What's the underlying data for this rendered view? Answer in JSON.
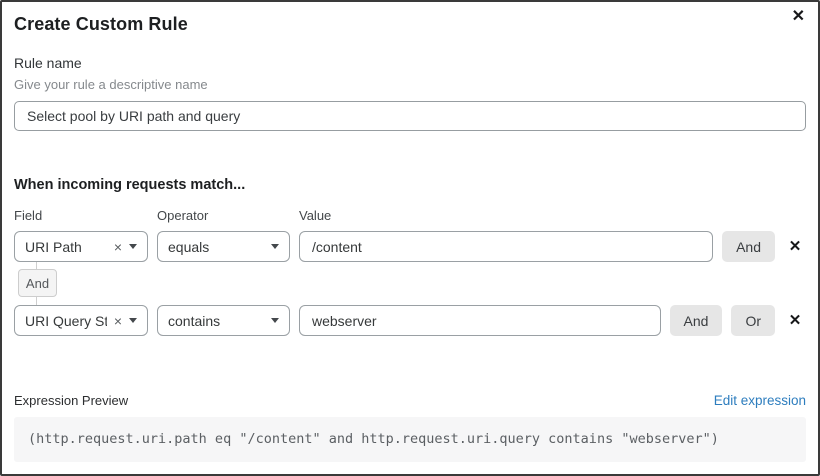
{
  "dialog": {
    "title": "Create Custom Rule"
  },
  "icons": {
    "close": "✕",
    "clear": "×",
    "remove": "✕"
  },
  "rule_name": {
    "label": "Rule name",
    "hint": "Give your rule a descriptive name",
    "value": "Select pool by URI path and query"
  },
  "matcher": {
    "heading": "When incoming requests match...",
    "columns": {
      "field": "Field",
      "operator": "Operator",
      "value": "Value"
    },
    "connector": "And",
    "rows": [
      {
        "field": "URI Path",
        "operator": "equals",
        "value": "/content",
        "and_label": "And"
      },
      {
        "field": "URI Query St...",
        "operator": "contains",
        "value": "webserver",
        "and_label": "And",
        "or_label": "Or"
      }
    ]
  },
  "expression_preview": {
    "label": "Expression Preview",
    "edit_link": "Edit expression",
    "expression": "(http.request.uri.path eq \"/content\" and http.request.uri.query contains \"webserver\")"
  },
  "colors": {
    "link": "#2d7dbe",
    "button_bg": "#e6e6e6",
    "code_bg": "#f6f6f7",
    "dialog_border": "#3a3a3a"
  }
}
